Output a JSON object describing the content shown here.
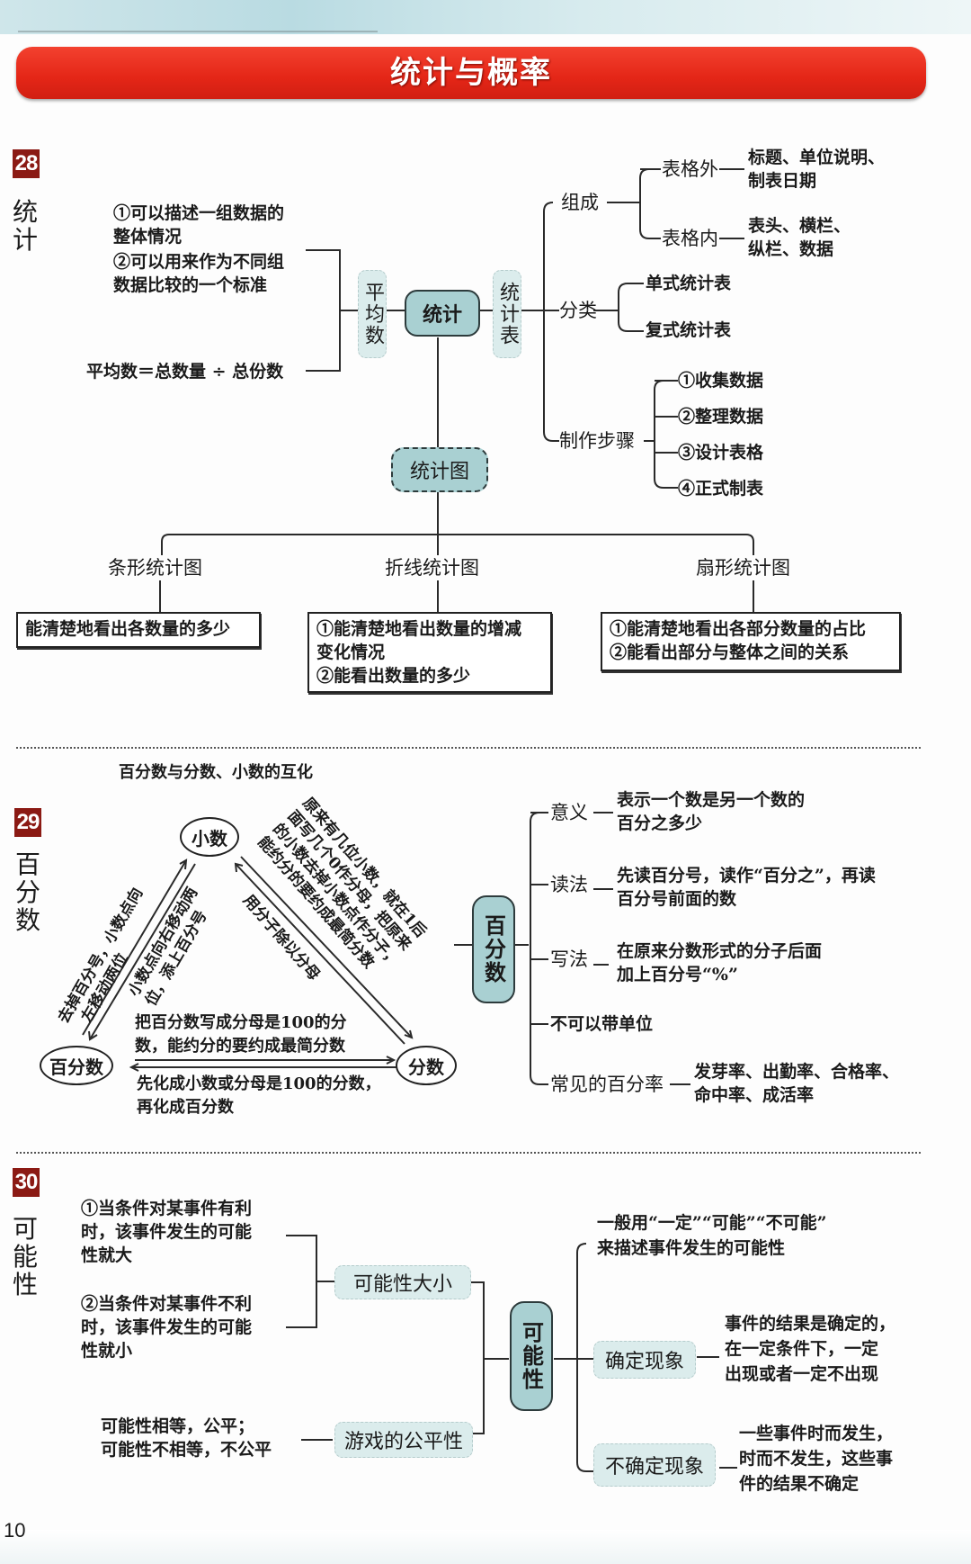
{
  "page": {
    "title": "统计与概率",
    "page_number": "10"
  },
  "s28": {
    "number": "28",
    "title": "统计",
    "center": "统计",
    "avg": {
      "label": "平均数",
      "desc1_l1": "①可以描述一组数据的",
      "desc1_l2": "整体情况",
      "desc2_l1": "②可以用来作为不同组",
      "desc2_l2": "数据比较的一个标准",
      "formula": "平均数＝总数量 ÷ 总份数"
    },
    "table": {
      "label": "统计表",
      "composition": {
        "label": "组成",
        "outside": {
          "label": "表格外",
          "l1": "标题、单位说明、",
          "l2": "制表日期"
        },
        "inside": {
          "label": "表格内",
          "l1": "表头、横栏、",
          "l2": "纵栏、数据"
        }
      },
      "classify": {
        "label": "分类",
        "items": [
          "单式统计表",
          "复式统计表"
        ]
      },
      "steps": {
        "label": "制作步骤",
        "items": [
          "①收集数据",
          "②整理数据",
          "③设计表格",
          "④正式制表"
        ]
      }
    },
    "charts": {
      "label": "统计图",
      "bar": {
        "label": "条形统计图",
        "l1": "能清楚地看出各数量的多少"
      },
      "line": {
        "label": "折线统计图",
        "l1": "①能清楚地看出数量的增减",
        "l2": "变化情况",
        "l3": "②能看出数量的多少"
      },
      "pie": {
        "label": "扇形统计图",
        "l1": "①能清楚地看出各部分数量的占比",
        "l2": "②能看出部分与整体之间的关系"
      }
    }
  },
  "s29": {
    "number": "29",
    "title": "百分数",
    "conv_title": "百分数与分数、小数的互化",
    "nodes": {
      "decimal": "小数",
      "percent": "百分数",
      "fraction": "分数"
    },
    "p2d_l1": "去掉百分号，小数点向",
    "p2d_l2": "左移动两位",
    "d2p_l1": "小数点向右移动两",
    "d2p_l2": "位，添上百分号",
    "d2f_l1": "原来有几位小数，就在1后",
    "d2f_l2": "面写几个0作分母，把原来",
    "d2f_l3": "的小数去掉小数点作分子，",
    "d2f_l4": "能约分的要约成最简分数",
    "f2d": "用分子除以分母",
    "p2f_l1": "把百分数写成分母是100的分",
    "p2f_l2": "数，能约分的要约成最简分数",
    "f2p_l1": "先化成小数或分母是100的分数，",
    "f2p_l2": "再化成百分数",
    "center": "百分数",
    "meaning": {
      "label": "意义",
      "l1": "表示一个数是另一个数的",
      "l2": "百分之多少"
    },
    "reading": {
      "label": "读法",
      "l1": "先读百分号，读作“百分之”，再读",
      "l2": "百分号前面的数"
    },
    "writing": {
      "label": "写法",
      "l1": "在原来分数形式的分子后面",
      "l2": "加上百分号“%”"
    },
    "no_unit": "不可以带单位",
    "common": {
      "label": "常见的百分率",
      "l1": "发芽率、出勤率、合格率、",
      "l2": "命中率、成活率"
    }
  },
  "s30": {
    "number": "30",
    "title": "可能性",
    "size": {
      "label": "可能性大小",
      "c1_l1": "①当条件对某事件有利",
      "c1_l2": "时，该事件发生的可能",
      "c1_l3": "性就大",
      "c2_l1": "②当条件对某事件不利",
      "c2_l2": "时，该事件发生的可能",
      "c2_l3": "性就小"
    },
    "fair": {
      "label": "游戏的公平性",
      "l1": "可能性相等，公平；",
      "l2": "可能性不相等，不公平"
    },
    "center": "可能性",
    "desc": {
      "l1": "一般用“一定”“可能”“不可能”",
      "l2": "来描述事件发生的可能性"
    },
    "certain": {
      "label": "确定现象",
      "l1": "事件的结果是确定的，",
      "l2": "在一定条件下，一定",
      "l3": "出现或者一定不出现"
    },
    "uncertain": {
      "label": "不确定现象",
      "l1": "一些事件时而发生，",
      "l2": "时而不发生，这些事",
      "l3": "件的结果不确定"
    }
  }
}
